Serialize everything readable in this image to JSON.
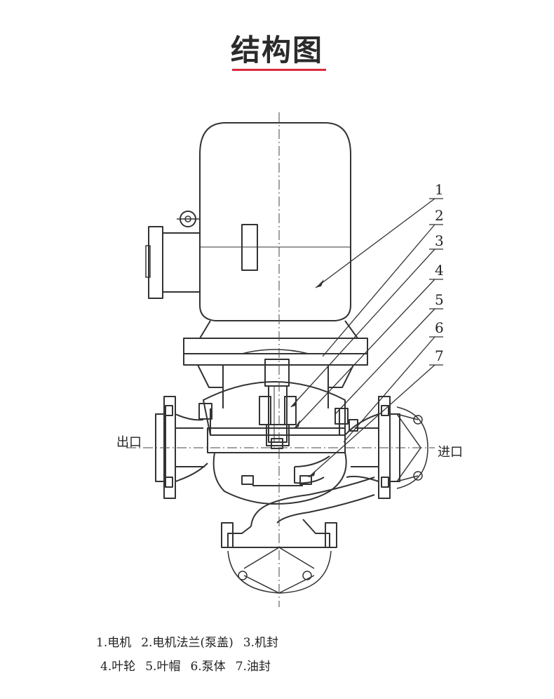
{
  "page": {
    "title": "结构图",
    "accent_color": "#d8283a"
  },
  "diagram": {
    "callout_numbers": [
      "1",
      "2",
      "3",
      "4",
      "5",
      "6",
      "7"
    ],
    "outlet_label": "出口",
    "inlet_label": "进口"
  },
  "legend": {
    "row1": [
      "1.电机",
      "2.电机法兰(泵盖)",
      "3.机封"
    ],
    "row2": [
      "4.叶轮",
      "5.叶帽",
      "6.泵体",
      "7.油封"
    ]
  }
}
